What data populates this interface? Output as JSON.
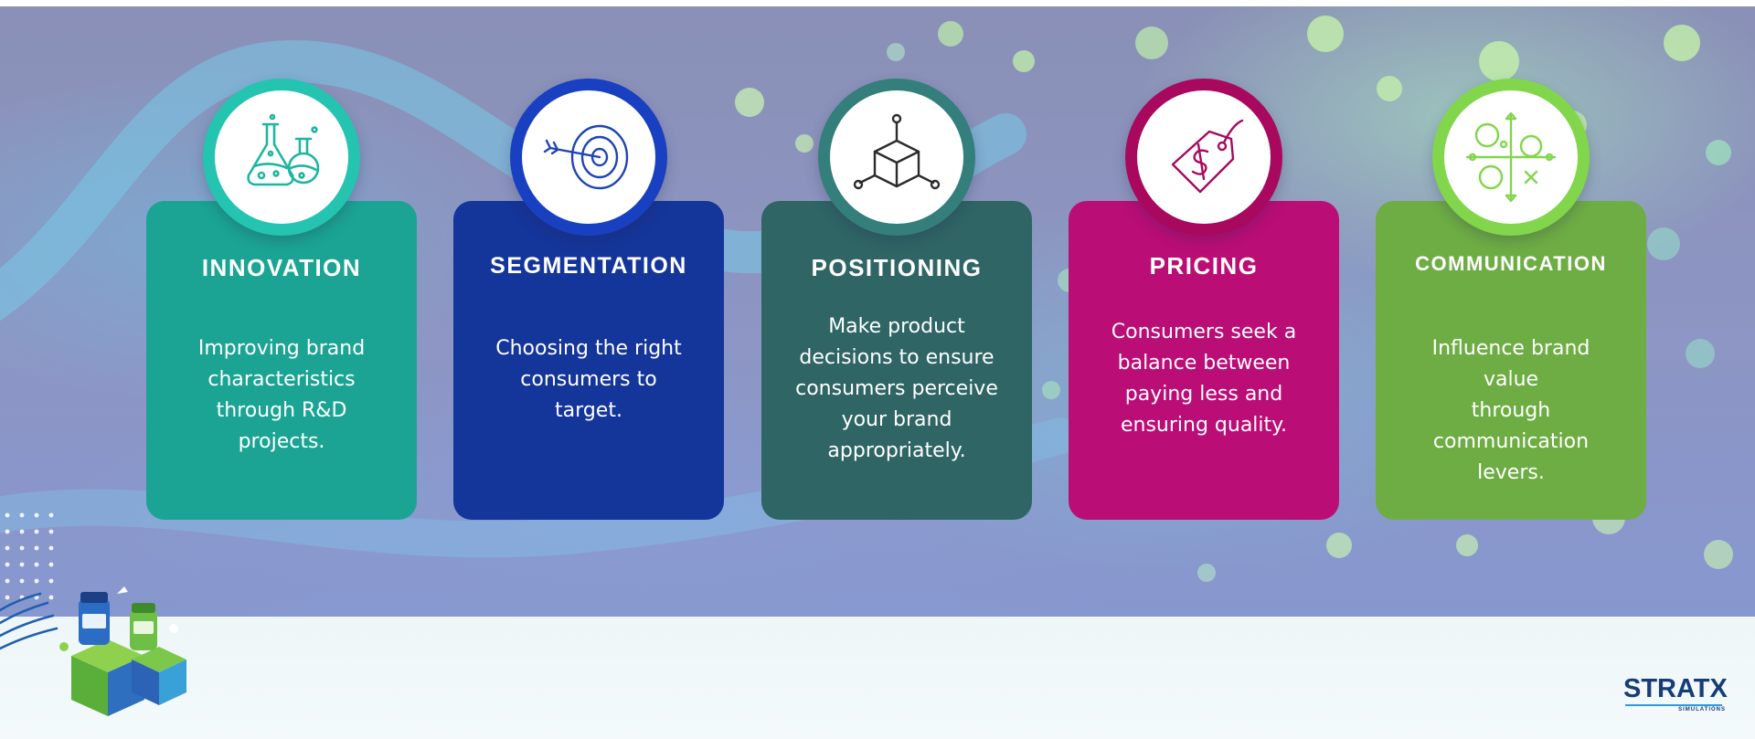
{
  "cards": [
    {
      "key": "innovation",
      "title": "INNOVATION",
      "icon": "flasks-icon",
      "description_lines": [
        "Improving brand",
        "characteristics",
        "through R&D",
        "projects."
      ],
      "color": "#1ba493",
      "badge_color": "#24c4b1",
      "icon_color": "#1fb5a2"
    },
    {
      "key": "segmentation",
      "title": "SEGMENTATION",
      "icon": "target-arrow-icon",
      "description_lines": [
        "Choosing the right",
        "consumers to target."
      ],
      "color": "#14359a",
      "badge_color": "#1840c0",
      "icon_color": "#1f45b5"
    },
    {
      "key": "positioning",
      "title": "POSITIONING",
      "icon": "cube-nodes-icon",
      "description_lines": [
        "Make product",
        "decisions to ensure",
        "consumers perceive",
        "your brand",
        "appropriately."
      ],
      "color": "#2f6565",
      "badge_color": "#347e7b",
      "icon_color": "#2b2b2b"
    },
    {
      "key": "pricing",
      "title": "PRICING",
      "icon": "price-tag-icon",
      "description_lines": [
        "Consumers seek a",
        "balance between",
        "paying less and",
        "ensuring quality."
      ],
      "color": "#ba0d76",
      "badge_color": "#a8085e",
      "icon_color": "#a8085e"
    },
    {
      "key": "communication",
      "title": "COMMUNICATION",
      "icon": "strategy-diagram-icon",
      "description_lines": [
        "Influence brand value",
        "through",
        "communication",
        "levers."
      ],
      "color": "#6ead44",
      "badge_color": "#82d64c",
      "icon_color": "#82d64c"
    }
  ],
  "logo": {
    "word": "STRATX",
    "sub": "SIMULATIONS",
    "color": "#173d78",
    "accent": "#2f9ad6"
  }
}
